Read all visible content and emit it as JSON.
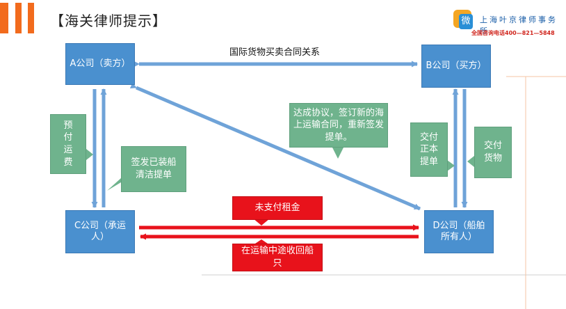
{
  "header": {
    "title": "【海关律师提示】"
  },
  "logo": {
    "badge_char": "微",
    "firm_name": "上海叶京律师事务所",
    "hotline": "全国咨询电话400—821—5848"
  },
  "diagram": {
    "nodes": {
      "a": "A公司（卖方）",
      "b": "B公司（买方）",
      "c": "C公司（承运人）",
      "d": "D公司（船舶所有人）"
    },
    "relation_ab": "国际货物买卖合同关系",
    "callouts": {
      "prepay": "预付运费",
      "bill": "签发已装船清洁提单",
      "agreement": "达成协议，签订新的海上运输合同，重新签发提单。",
      "deliver_docs": "交付正本提单",
      "deliver_goods": "交付货物",
      "unpaid_rent": "未支付租金",
      "recall_ship": "在运输中途收回船只"
    }
  },
  "colors": {
    "accent": "#f26b1d",
    "node": "#4a90cf",
    "callout_green": "#6fb38d",
    "callout_red": "#e8121b",
    "arrow": "#6fa3d8"
  }
}
